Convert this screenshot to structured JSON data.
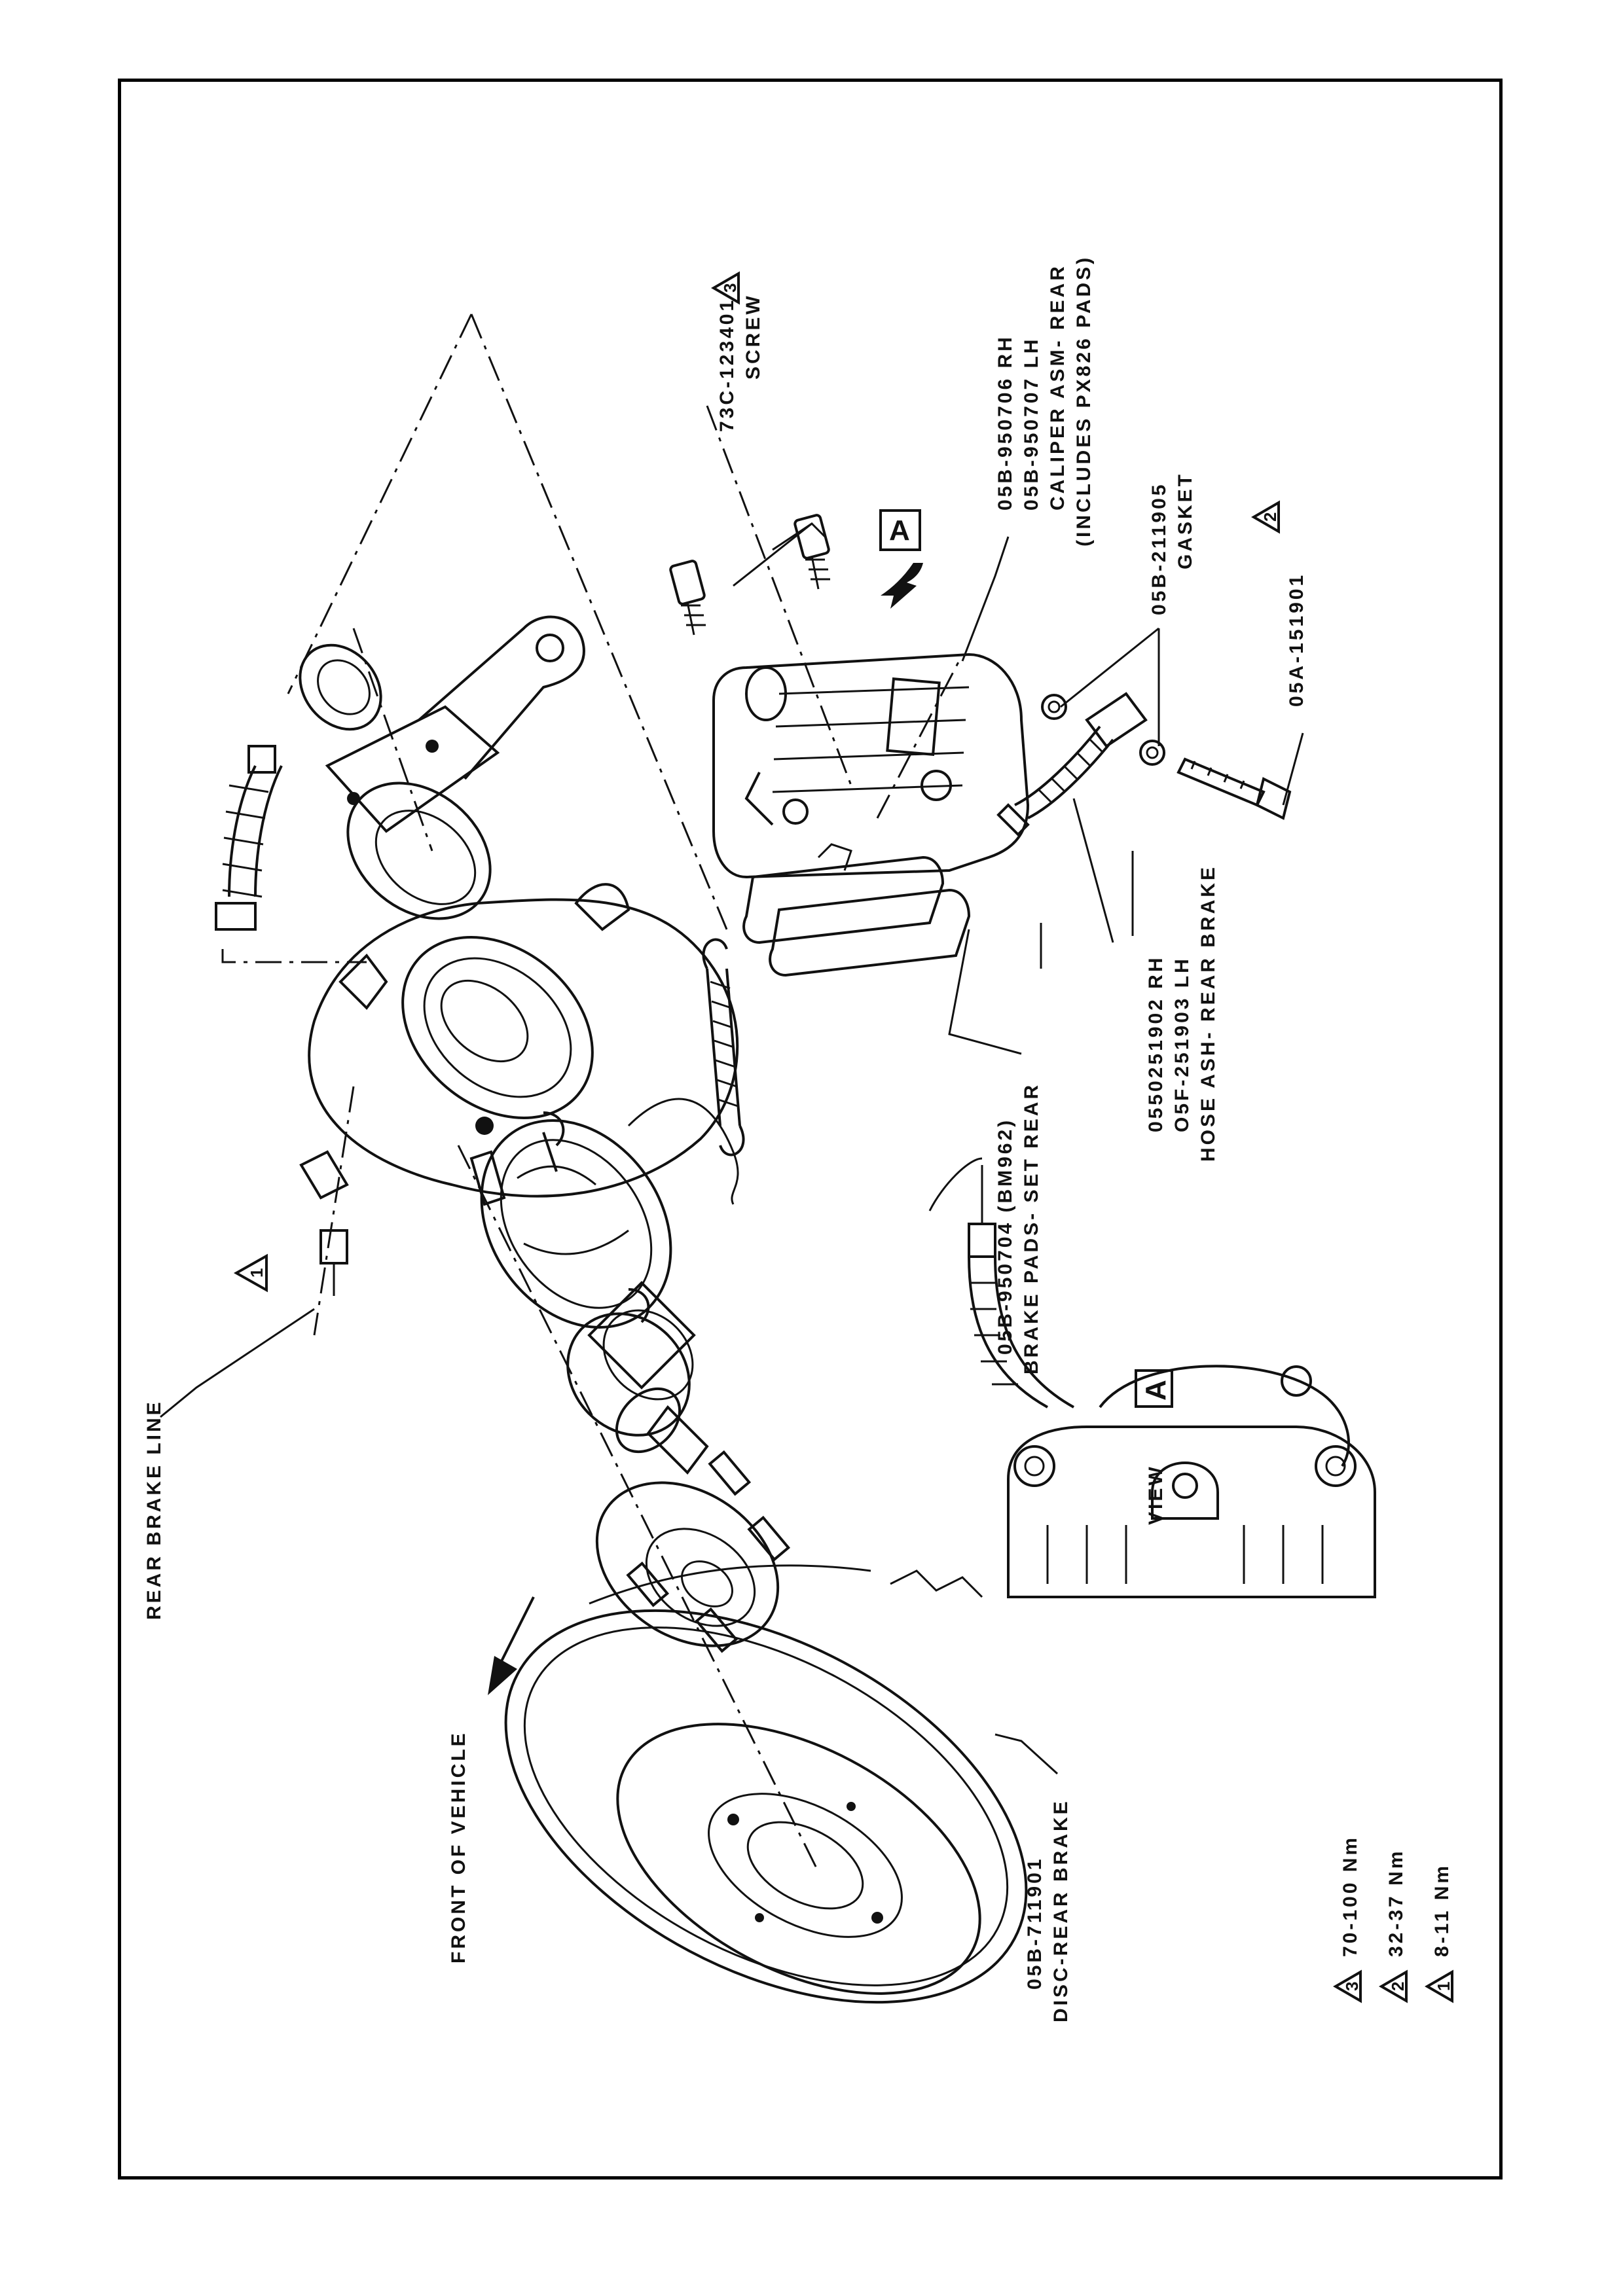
{
  "labels": {
    "rear_brake_line": "REAR BRAKE LINE",
    "front_of_vehicle": "FRONT OF VEHICLE",
    "disc_part_no": "05B-711901",
    "disc_name": "DISC-REAR BRAKE",
    "pads_part_no": "05B-950704 (BM962)",
    "pads_name": "BRAKE PADS- SET REAR",
    "hose_rh": "0550251902 RH",
    "hose_lh": "O5F-251903 LH",
    "hose_name": "HOSE ASH- REAR BRAKE",
    "screw_part_no": "73C-123401",
    "screw_name": "SCREW",
    "caliper_rh": "05B-950706 RH",
    "caliper_lh": "05B-950707 LH",
    "caliper_name": "CALIPER ASM- REAR",
    "caliper_note": "(INCLUDES PX826 PADS)",
    "gasket_part_no": "05B-211905",
    "gasket_name": "GASKET",
    "bolt_part_no": "05A-151901",
    "view_label": "VIEW",
    "view_letter": "A",
    "arrow_letter": "A"
  },
  "torque_markers": {
    "screw": "3",
    "bolt": "2",
    "brake_line": "1"
  },
  "torque_legend": [
    {
      "marker": "3",
      "value": "70-100 Nm"
    },
    {
      "marker": "2",
      "value": "32-37 Nm"
    },
    {
      "marker": "1",
      "value": "8-11 Nm"
    }
  ]
}
